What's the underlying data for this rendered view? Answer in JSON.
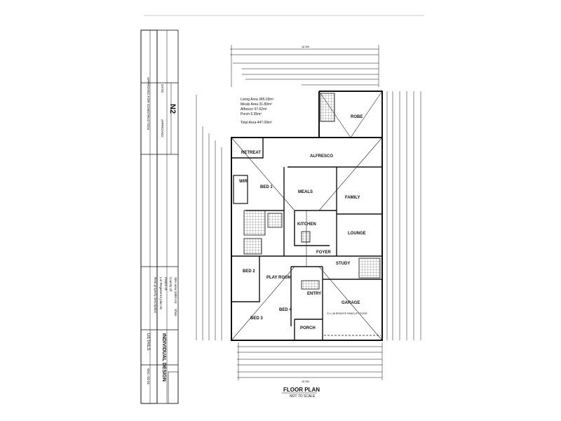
{
  "plan": {
    "title": "FLOOR PLAN",
    "subtitle": "NOT TO SCALE"
  },
  "areas": {
    "living": "Living Area  345.03m²",
    "meals": "Meals Area  31.80m²",
    "alfresco": "Alfresco  57.62m²",
    "porch": "Porch  6.35m²",
    "total": "Total Area  447.09m²"
  },
  "rooms": {
    "retreat": "RETREAT",
    "alfresco": "ALFRESCO",
    "wir": "WIR",
    "bed1": "BED 1",
    "meals": "MEALS",
    "family": "FAMILY",
    "kitchen": "KITCHEN",
    "lounge": "LOUNGE",
    "foyer": "FOYER",
    "study": "STUDY",
    "bed2": "BED 2",
    "play_room": "PLAY ROOM",
    "entry": "ENTRY",
    "garage": "GARAGE",
    "bed4": "BED 4",
    "bed3": "BED 3",
    "porch": "PORCH",
    "robe": "ROBE"
  },
  "title_block": {
    "details": "DETAILS",
    "design": "INDIVIDUAL DESIGN",
    "job_no": "WAL-10-01",
    "owner": "Rest property description",
    "lot": "Lot  Registered plan  91",
    "parish": "Parish of:",
    "county": "County of:",
    "site_area": "Site area  1800 m2",
    "shire": "Shire",
    "wind": "N2",
    "approval": "APPROVED FOR CONSTRUCTION",
    "date": "DATE:",
    "approved": "APPROVED"
  },
  "dimensions": {
    "overall_top": "18 390",
    "overall_bottom": "18 390",
    "garage_note": "21 x 48 REMOTE PANELIFT DOOR"
  }
}
